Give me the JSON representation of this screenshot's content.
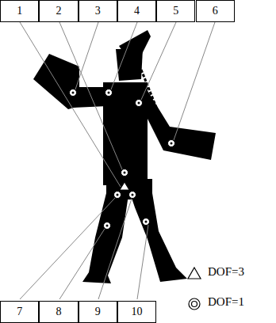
{
  "diagram": {
    "nodes": [
      {
        "text": [
          "1"
        ]
      },
      {
        "text": [
          "2"
        ]
      },
      {
        "text": [
          "3"
        ]
      },
      {
        "text": [
          "4"
        ]
      },
      {
        "text": [
          "5"
        ]
      },
      {
        "text": [
          "6"
        ]
      },
      {
        "text": [
          "7"
        ]
      },
      {
        "text": [
          "8"
        ]
      },
      {
        "text": [
          "9"
        ]
      },
      {
        "text": [
          "10"
        ]
      }
    ],
    "legend": [
      {
        "text": "DOF=3"
      },
      {
        "text": "DOF=1"
      }
    ]
  }
}
